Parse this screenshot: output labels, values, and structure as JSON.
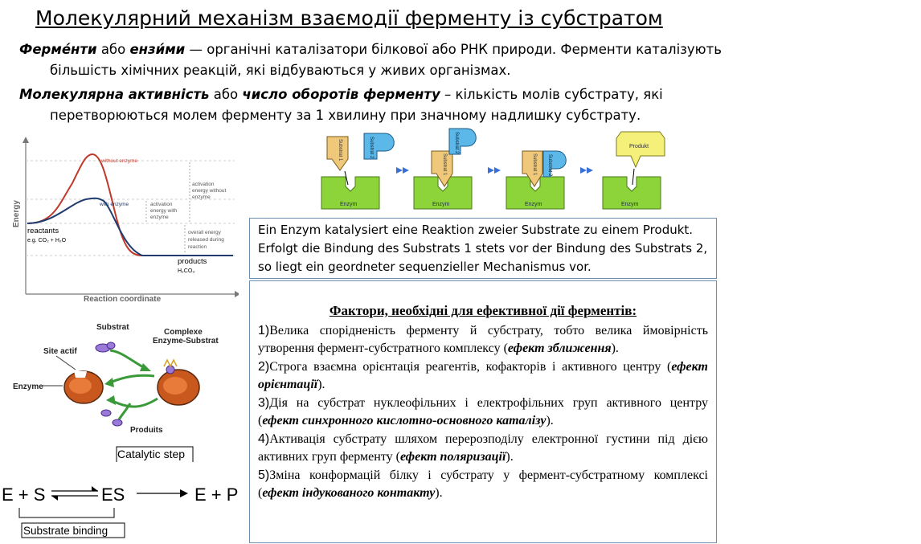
{
  "title": "Молекулярний механізм взаємодії ферменту із субстратом",
  "definition1": {
    "term1": "Ферме́нти",
    "or": " або ",
    "term2": "ензи́ми",
    "text": " — органічні каталізатори білкової або РНК природи. Ферменти каталізують більшість хімічних реакцій, які відбуваються у живих організмах."
  },
  "definition2": {
    "term1": "Молекулярна активність",
    "or": " або ",
    "term2": "число оборотів ферменту",
    "text": " – кількість молів субстрату, які перетворюються молем ферменту за 1 хвилину при значному надлишку субстрату."
  },
  "energy_diagram": {
    "ylabel": "Energy",
    "xlabel": "Reaction coordinate",
    "without_enzyme": "without enzyme",
    "with_enzyme": "with enzyme",
    "activation_without": [
      "activation",
      "energy without",
      "enzyme"
    ],
    "activation_with": [
      "activation",
      "energy with",
      "enzyme"
    ],
    "overall": [
      "overall energy",
      "released during",
      "reaction"
    ],
    "reactants": "reactants",
    "reactants_formula": "e.g. CO₂ + H₂O",
    "products": "products",
    "products_formula": "H₂CO₃",
    "colors": {
      "without": "#c0392b",
      "with": "#1f3b6f"
    }
  },
  "sequential_diagram": {
    "enzyme_label": "Enzym",
    "substrate1": "Substrat 1",
    "substrate2": "Substrat 2",
    "product": "Produkt",
    "colors": {
      "enzyme": "#8dd43b",
      "substrate1": "#f0c87a",
      "substrate2": "#5bb8e8",
      "product": "#f5f07a",
      "arrow": "#3a6fd8"
    }
  },
  "german_text": "Ein Enzym katalysiert eine Reaktion zweier Substrate zu einem Produkt. Erfolgt die Bindung des Substrats 1 stets vor der Bindung des Substrats 2, so liegt ein geordneter sequenzieller Mechanismus vor.",
  "enzyme_cycle": {
    "substrat": "Substrat",
    "site_actif": "Site actif",
    "complexe": [
      "Complexe",
      "Enzyme-Substrat"
    ],
    "enzyme": "Enzyme",
    "produits": "Produits"
  },
  "reaction_scheme": {
    "catalytic_step": "Catalytic step",
    "substrate_binding": "Substrate binding",
    "lhs": "E + S",
    "middle": "ES",
    "rhs": "E + P"
  },
  "factors": {
    "heading": "Фактори,  необхідні  для ефективної дії ферментів:",
    "items": [
      {
        "num": "1)",
        "text": "Велика спорідненість ферменту й субстрату, тобто велика ймовірність утворення фермент-субстратного комплексу (",
        "effect": "ефект зближення",
        "end": ")."
      },
      {
        "num": "2)",
        "text": "Строга взаємна орієнтація реагентів, кофакторів і активного центру (",
        "effect": "ефект орієнтації",
        "end": ")."
      },
      {
        "num": "3)",
        "text": "Дія на субстрат нуклеофільних і електрофільних груп активного центру (",
        "effect": "ефект синхронного кислотно-основного каталізу",
        "end": ")."
      },
      {
        "num": "4)",
        "text": "Активація субстрату шляхом перерозподілу електронної густини під дією активних груп ферменту (",
        "effect": "ефект поляризації",
        "end": ")."
      },
      {
        "num": "5)",
        "text": "Зміна конформацій білку і субстрату у фермент-субстратному комплексі (",
        "effect": "ефект індукованого контакту",
        "end": ")."
      }
    ]
  }
}
